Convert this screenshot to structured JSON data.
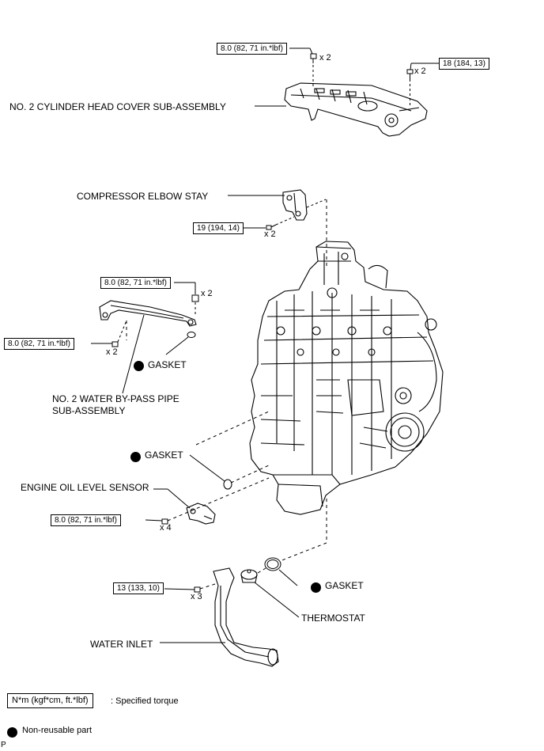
{
  "parts": {
    "cylinder_head_cover": "NO. 2 CYLINDER HEAD COVER SUB-ASSEMBLY",
    "compressor_elbow_stay": "COMPRESSOR ELBOW STAY",
    "water_bypass_pipe_line1": "NO. 2 WATER BY-PASS PIPE",
    "water_bypass_pipe_line2": "SUB-ASSEMBLY",
    "gasket_upper": "GASKET",
    "gasket_middle": "GASKET",
    "gasket_lower": "GASKET",
    "engine_oil_level_sensor": "ENGINE OIL LEVEL SENSOR",
    "thermostat": "THERMOSTAT",
    "water_inlet": "WATER INLET"
  },
  "torques": {
    "head_cover_nut": "8.0 (82, 71 in.*lbf)",
    "head_cover_bolt": "18 (184, 13)",
    "compressor_stay_bolt": "19 (194, 14)",
    "bypass_pipe_nut": "8.0 (82, 71 in.*lbf)",
    "bypass_pipe_bolt": "8.0 (82, 71 in.*lbf)",
    "oil_sensor_bolt": "8.0 (82, 71 in.*lbf)",
    "water_inlet_bolt": "13 (133, 10)"
  },
  "quantities": {
    "head_cover_nut": "x 2",
    "head_cover_bolt": "x 2",
    "compressor_stay_bolt": "x 2",
    "bypass_pipe_nut": "x 2",
    "bypass_pipe_bolt": "x 2",
    "oil_sensor_bolt": "x 4",
    "water_inlet_bolt": "x 3"
  },
  "legend": {
    "torque_unit": "N*m (kgf*cm, ft.*lbf)",
    "torque_desc": ": Specified torque",
    "non_reusable": "Non-reusable part"
  },
  "footer": {
    "code": "P"
  }
}
